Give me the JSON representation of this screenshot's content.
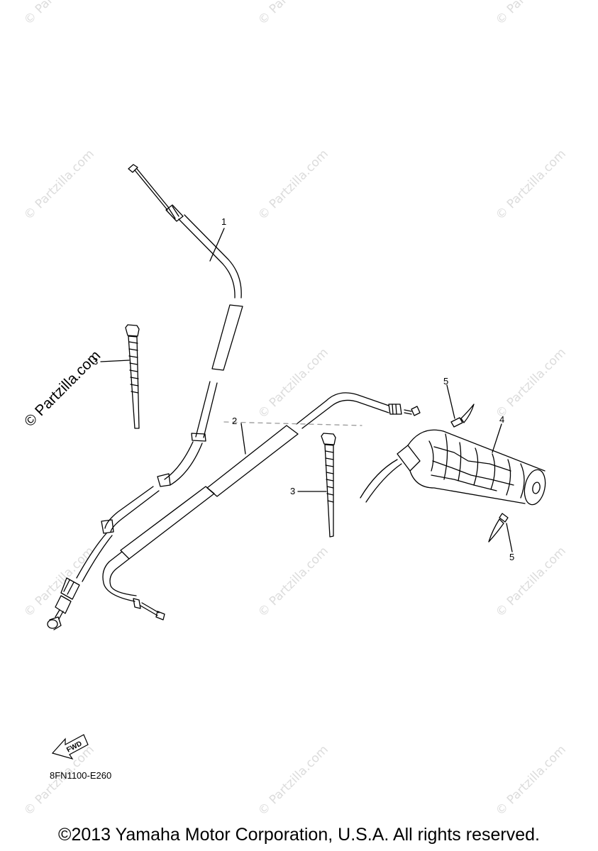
{
  "watermark": {
    "small_text": "© Partzilla.com",
    "large_text": "© Partzilla.com"
  },
  "callouts": {
    "cable_1": "1",
    "cable_2": "2",
    "tie_left": "3",
    "tie_right": "3",
    "grip": "4",
    "rivet_top": "5",
    "rivet_bottom": "5"
  },
  "fwd_label": "FWD",
  "part_code": "8FN1100-E260",
  "copyright": "©2013 Yamaha Motor Corporation, U.S.A. All rights reserved.",
  "colors": {
    "line": "#000000",
    "watermark": "#dcdcdc",
    "background": "#ffffff"
  }
}
